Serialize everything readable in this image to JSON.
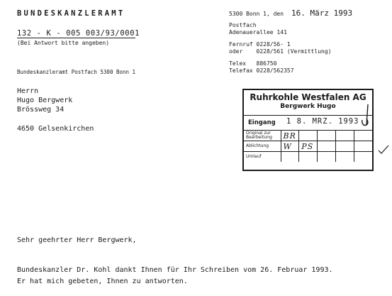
{
  "letterhead": {
    "title": "BUNDESKANZLERAMT",
    "file_reference": "132 - K - 005 003/93/0001",
    "reference_note": "(Bei Antwort bitte angeben)",
    "return_address": "Bundeskanzleramt Postfach 5300 Bonn 1"
  },
  "recipient": {
    "salutation": "Herrn",
    "name": "Hugo Bergwerk",
    "street": "Brössweg 34",
    "city": "4650 Gelsenkirchen"
  },
  "sender": {
    "city_prefix": "5300 Bonn 1, den",
    "date": "16. März 1993",
    "postfach": "Postfach",
    "street": "Adenauerallee 141",
    "fernruf": "Fernruf 0228/56- 1",
    "oder": "oder    0228/561 (Vermittlung)",
    "telex": "Telex   886750",
    "telefax": "Telefax 0228/562357"
  },
  "stamp": {
    "company": "Ruhrkohle Westfalen AG",
    "site": "Bergwerk Hugo",
    "eingang_label": "Eingang",
    "eingang_date": "1 8. MRZ. 1993",
    "rows": [
      {
        "label": "Original zur Bearbeitung",
        "initials": [
          "BR",
          ""
        ]
      },
      {
        "label": "Ablichtung",
        "initials": [
          "W",
          "PS"
        ]
      },
      {
        "label": "Umlauf",
        "initials": [
          "",
          ""
        ]
      }
    ]
  },
  "letter": {
    "greeting": "Sehr geehrter Herr Bergwerk,",
    "body_line_1": "Bundeskanzler Dr. Kohl dankt Ihnen für Ihr Schreiben vom 26. Februar 1993.",
    "body_line_2": "Er hat mich gebeten, Ihnen zu antworten."
  },
  "icons": {
    "stamp_check": "check-mark-icon",
    "margin_tick": "tick-mark-icon"
  },
  "colors": {
    "ink": "#1b1b1b",
    "paper": "#ffffff"
  }
}
